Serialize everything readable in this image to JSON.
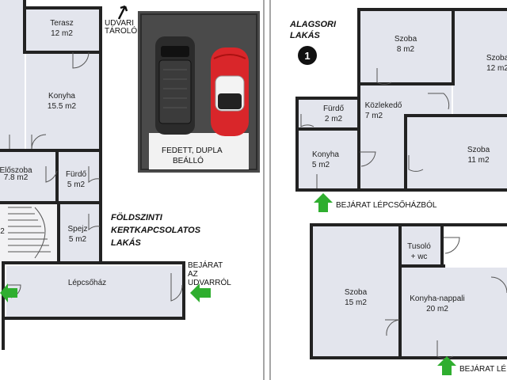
{
  "rooms": {
    "terasz": {
      "name": "Terasz",
      "area": "12 m2"
    },
    "konyha_left": {
      "name": "Konyha",
      "area": "15.5 m2"
    },
    "eloszoba": {
      "name": "Előszoba",
      "area": "7.8 m2"
    },
    "furdo_left": {
      "name": "Fürdő",
      "area": "5 m2"
    },
    "spejz": {
      "name": "Spejz",
      "area": "5 m2"
    },
    "lepcsohaz": {
      "name": "Lépcsőház"
    },
    "left_partial": {
      "area": "2"
    },
    "szoba_top": {
      "name": "Szoba",
      "area": "8 m2"
    },
    "szoba_right": {
      "name": "Szoba",
      "area": "12 m2"
    },
    "furdo_right": {
      "name": "Fürdő",
      "area": "2 m2"
    },
    "kozlekedo": {
      "name": "Közlekedő",
      "area": "7 m2"
    },
    "szoba_mid": {
      "name": "Szoba",
      "area": "11 m2"
    },
    "konyha_right": {
      "name": "Konyha",
      "area": "5 m2"
    },
    "tusolo": {
      "name": "Tusoló",
      "area": "+ wc"
    },
    "szoba_bottom": {
      "name": "Szoba",
      "area": "15 m2"
    },
    "konyha_nappali": {
      "name": "Konyha-nappali",
      "area": "20 m2"
    }
  },
  "labels": {
    "udvari_1": "UDVARI",
    "udvari_2": "TÁROLÓK",
    "garage_1": "FEDETT, DUPLA",
    "garage_2": "BEÁLLÓ",
    "fold_1": "FÖLDSZINTI",
    "fold_2": "KERTKAPCSOLATOS",
    "fold_3": "LAKÁS",
    "bejarat_1": "BEJÁRAT",
    "bejarat_2": "AZ",
    "bejarat_3": "UDVARRÓL",
    "alag_1": "ALAGSORI",
    "alag_2": "LAKÁS",
    "unit_number": "1",
    "bejarat_lepcso_1": "BEJÁRAT LÉPCSŐHÁZBÓL",
    "bejarat_lepcso_2": "BEJÁRAT LÉ"
  },
  "colors": {
    "room": "#e3e5ed",
    "wall": "#222222",
    "arrow": "#2fae2f",
    "garage": "#4a4a4a",
    "car_red": "#d9262a",
    "car_dark": "#2b2b2b"
  }
}
